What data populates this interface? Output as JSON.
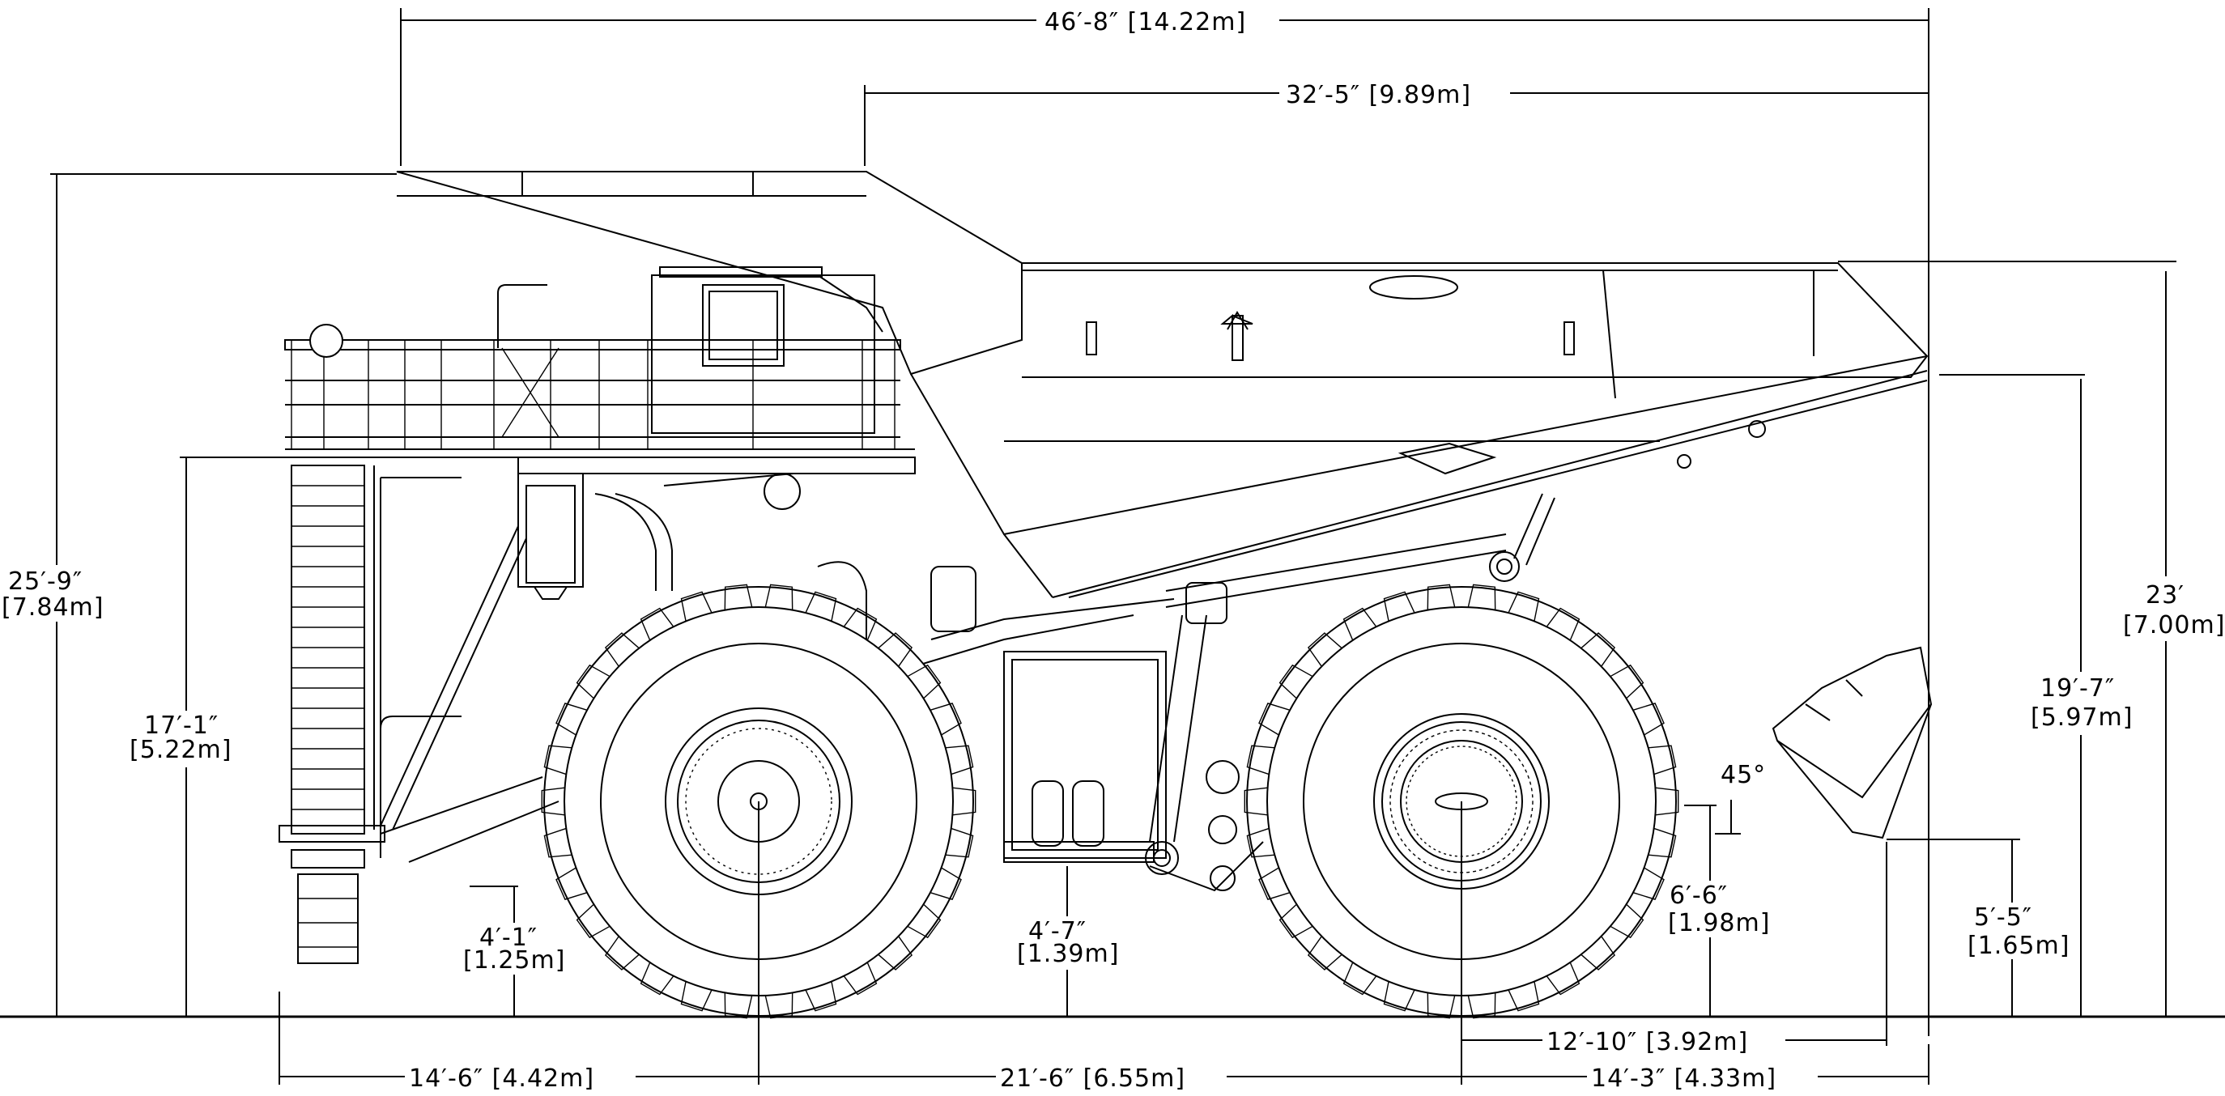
{
  "dimensions": {
    "overall_length": "46′-8″ [14.22m]",
    "body_length": "32′-5″ [9.89m]",
    "loaded_height_ft": "25′-9″",
    "loaded_height_m": "[7.84m]",
    "deck_height_ft": "17′-1″",
    "deck_height_m": "[5.22m]",
    "ladder_clearance_ft": "4′-1″",
    "ladder_clearance_m": "[1.25m]",
    "frame_clearance_ft": "4′-7″",
    "frame_clearance_m": "[1.39m]",
    "raised_body_height_ft": "23′",
    "raised_body_height_m": "[7.00m]",
    "canopy_rear_height_ft": "19′-7″",
    "canopy_rear_height_m": "[5.97m]",
    "dump_angle": "45°",
    "dump_clearance_ft": "6′-6″",
    "dump_clearance_m": "[1.98m]",
    "body_rear_clearance_ft": "5′-5″",
    "body_rear_clearance_m": "[1.65m]",
    "rear_axle_to_dump": "12′-10″ [3.92m]",
    "front_overhang": "14′-6″ [4.42m]",
    "wheelbase": "21′-6″ [6.55m]",
    "rear_overhang": "14′-3″ [4.33m]"
  }
}
